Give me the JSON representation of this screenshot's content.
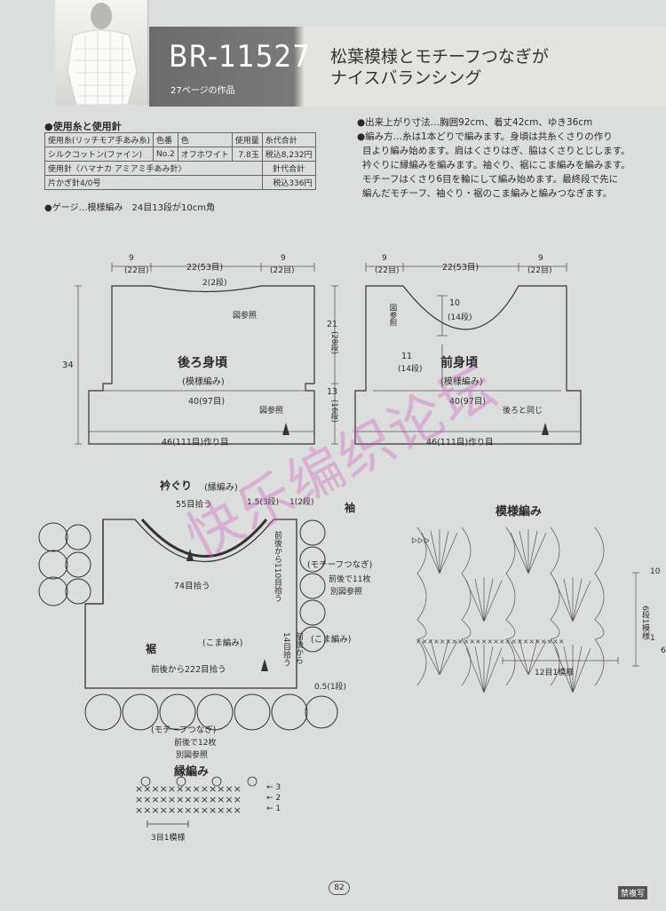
{
  "header": {
    "code": "BR-11527",
    "page_ref": "27ページの作品",
    "headline_line1": "松葉模様とモチーフつなぎが",
    "headline_line2": "ナイスバランシング"
  },
  "materials": {
    "title": "●使用糸と使用針",
    "yarn_headers": [
      "使用糸(リッチモア手あみ糸)",
      "色番",
      "色",
      "使用量",
      "糸代合計"
    ],
    "yarn_row": [
      "シルクコットン(ファイン)",
      "No.2",
      "オフホワイト",
      "7.8玉",
      "税込8,232円"
    ],
    "needle_header": "使用針〈ハマナカ アミアミ手あみ針〉",
    "needle_cost_header": "針代合計",
    "needle_row": [
      "片かぎ針4/0号",
      "税込336円"
    ],
    "gauge": "●ゲージ…模様編み　24目13段が10cm角"
  },
  "instructions": {
    "lines": [
      "●出来上がり寸法…胸囲92cm、着丈42cm、ゆき36cm",
      "●編み方…糸は1本どりで編みます。身頃は共糸くさりの作り",
      "目より編み始めます。肩はくさりはぎ、脇はくさりとじします。",
      "衿ぐりに縁編みを編みます。袖ぐり、裾にこま編みを編みます。",
      "モチーフはくさり6目を輪にして編み始めます。最終段で先に",
      "編んだモチーフ、袖ぐり・裾のこま編みと編みつなぎます。"
    ]
  },
  "back_body": {
    "title": "後ろ身頃",
    "sub": "(模様編み)",
    "w_left": "9",
    "w_left_sts": "(22目)",
    "w_mid": "22(53目)",
    "w_right": "9",
    "w_right_sts": "(22目)",
    "neck_depth": "2(2段)",
    "see_chart_top": "図参照",
    "width40": "40(97目)",
    "see_chart_bottom": "図参照",
    "bottom": "46(111目)作り目",
    "height34": "34"
  },
  "side_dims": {
    "top": "21",
    "top_rows": "(28段)",
    "bottom": "13",
    "bottom_rows": "(16段)"
  },
  "front_body": {
    "title": "前身頃",
    "sub": "(模様編み)",
    "w_left": "9",
    "w_left_sts": "(22目)",
    "w_mid": "22(53目)",
    "w_right": "9",
    "w_right_sts": "(22目)",
    "neck10": "10",
    "neck10_rows": "(14段)",
    "neck11": "11",
    "neck11_rows": "(14段)",
    "see_chart": "図参照",
    "width40": "40(97目)",
    "same_as_back": "後ろと同じ",
    "bottom": "46(111目)作り目"
  },
  "assembly": {
    "neck_label": "衿ぐり",
    "neck_sub": "(縁編み)",
    "pick55": "55目拾う",
    "dim15": "1.5(3段)",
    "dim1": "1(2段)",
    "sleeve": "袖",
    "pick74": "74目拾う",
    "pick110": "前後から110目拾う",
    "motif_sleeve": "(モチーフつなぎ)",
    "motif_sleeve_count": "前後で11枚",
    "motif_sleeve_ref": "別図参照",
    "hem_label": "裾",
    "sc_left": "(こま編み)",
    "sc_right": "(こま編み)",
    "pick14": "14目拾う",
    "pick14_pre": "前後から",
    "pick222": "前後から222目拾う",
    "dim05": "0.5(1段)",
    "motif_hem": "(モチーフつなぎ)",
    "motif_hem_count": "前後で12枚",
    "motif_hem_ref": "別図参照"
  },
  "pattern_chart": {
    "title": "模様編み",
    "row10": "10",
    "row1": "1",
    "repeat_rows": "6段1模様",
    "repeat_sts": "12目1模様",
    "start": "6"
  },
  "edging": {
    "title": "縁編み",
    "rows": [
      "3",
      "2",
      "1"
    ],
    "repeat": "3目1模様"
  },
  "footer": {
    "page": "82",
    "no_copy": "禁複写"
  },
  "watermark": "快乐编织论坛"
}
